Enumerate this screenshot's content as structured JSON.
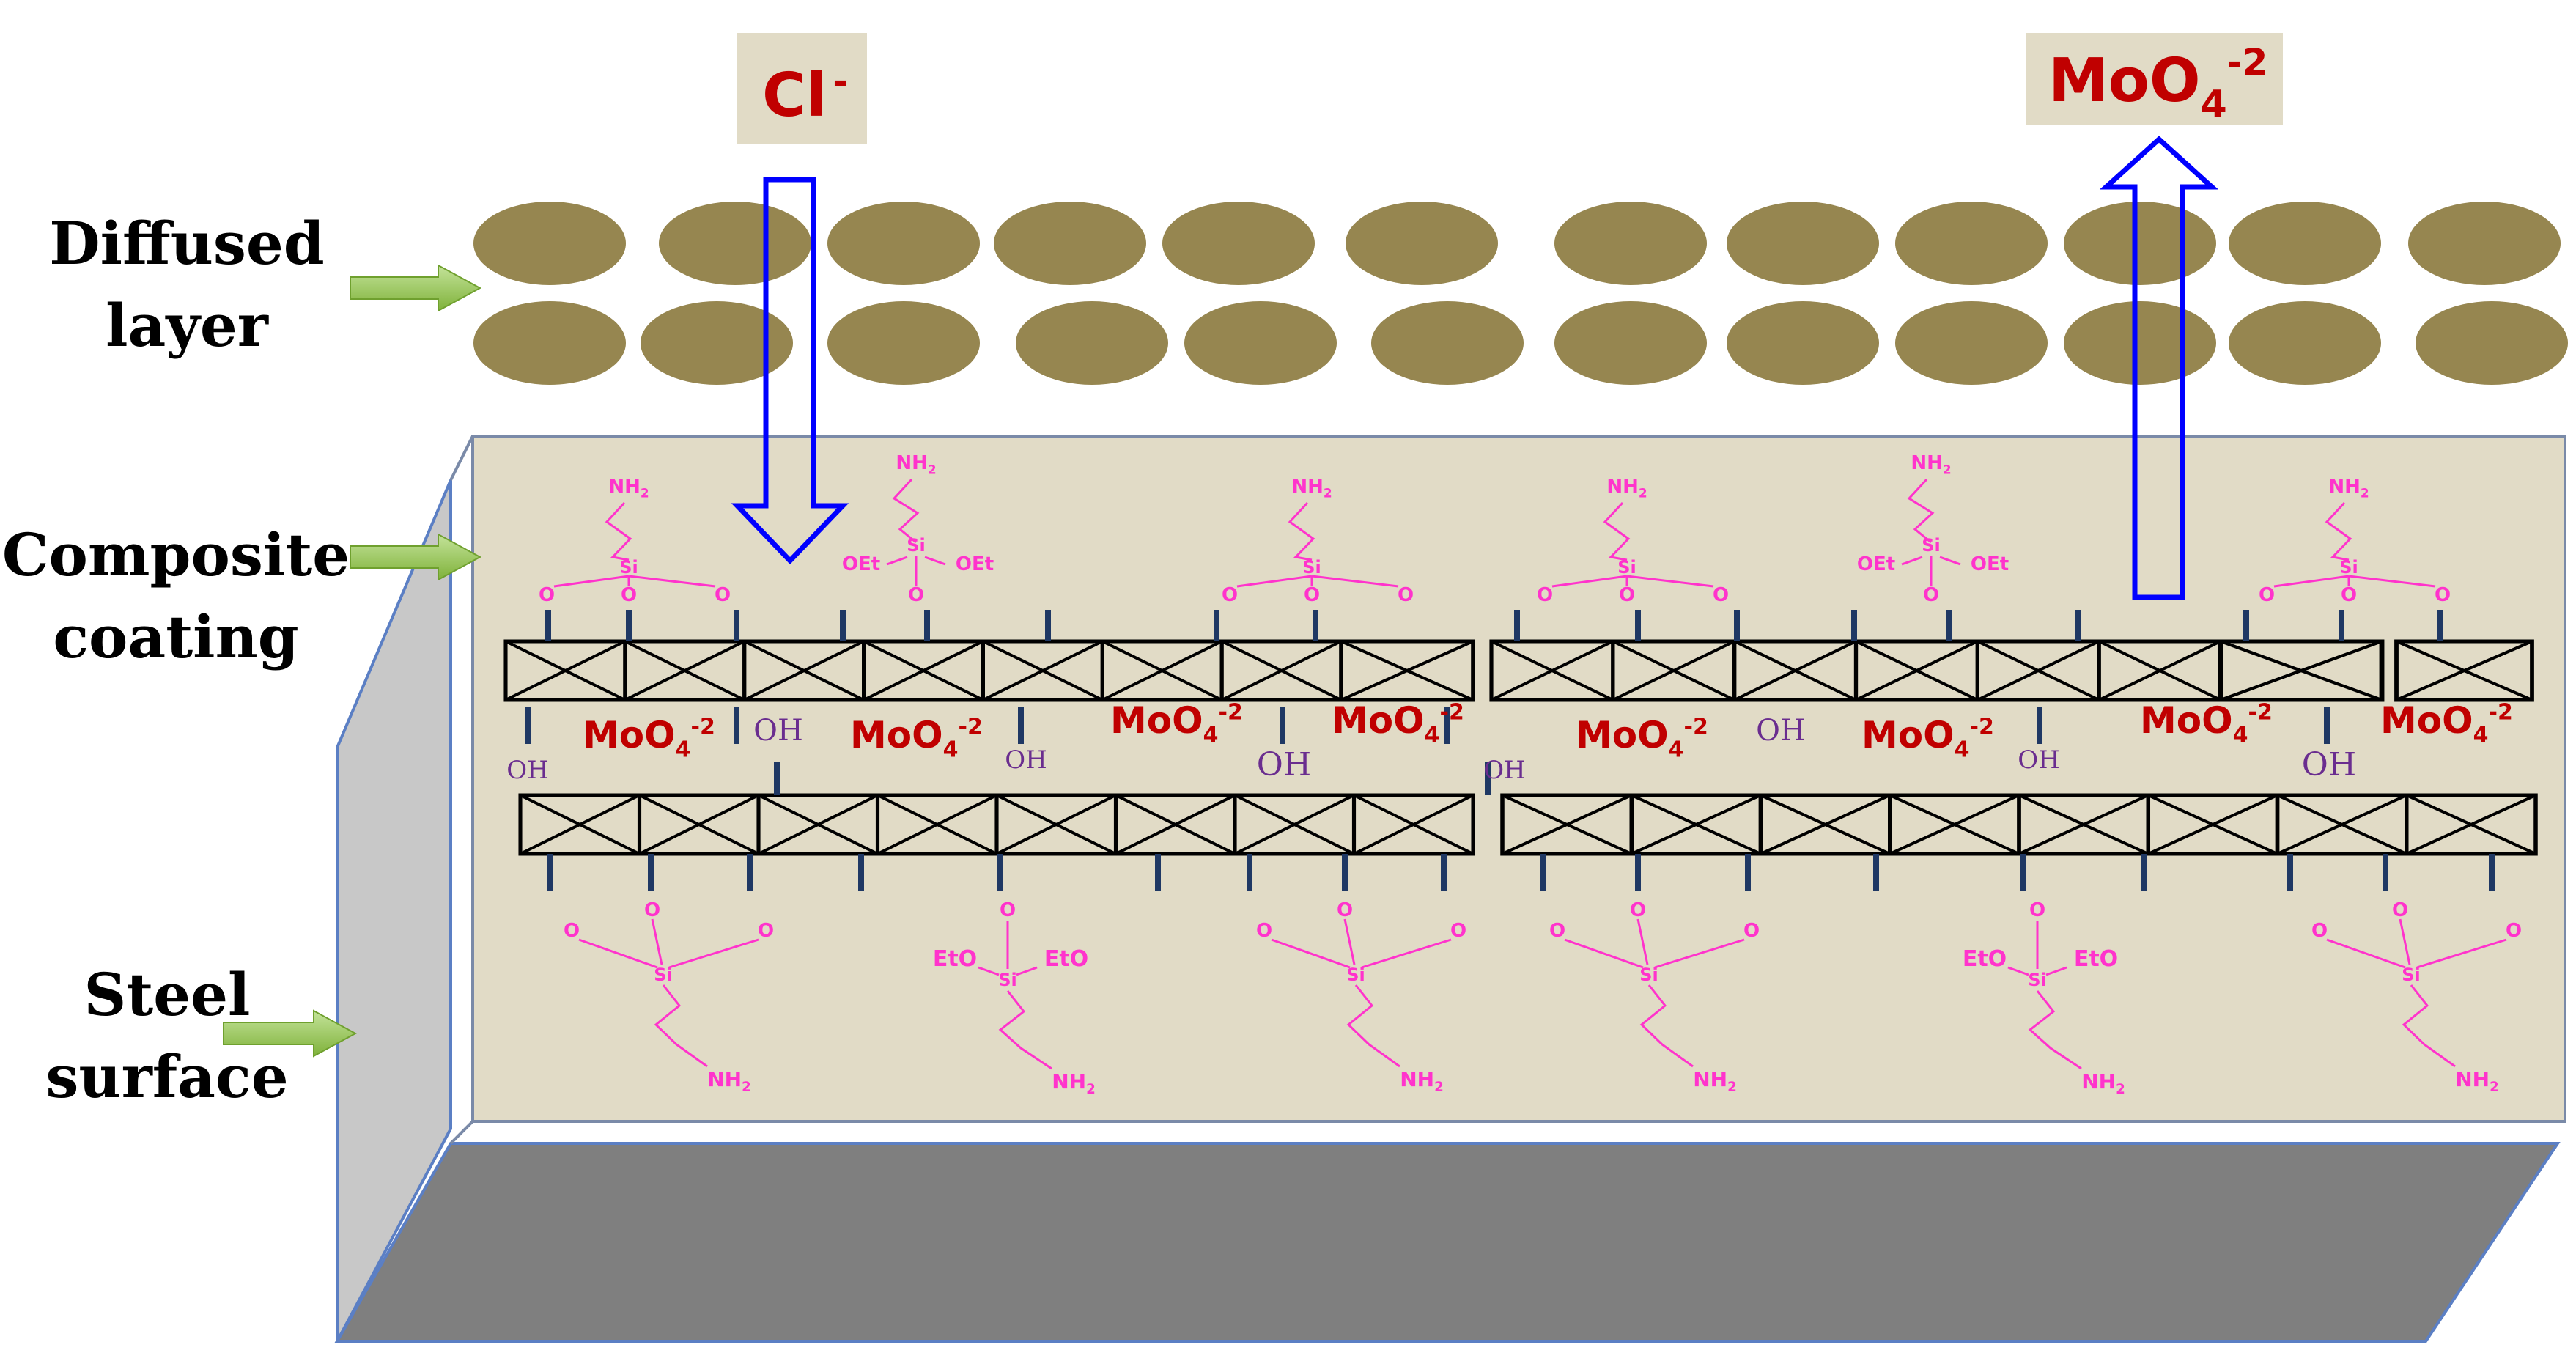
{
  "labels": {
    "diffused_layer": [
      "Diffused",
      "layer"
    ],
    "composite_coating": [
      "Composite",
      "coating"
    ],
    "steel_surface": [
      "Steel",
      "surface"
    ]
  },
  "chloride_ion": {
    "base": "Cl",
    "superscript": "-"
  },
  "molybdate_release": {
    "base": "MoO",
    "subscript": "4",
    "superscript": "-2"
  },
  "intercalated_anion": {
    "base": "MoO",
    "subscript": "4",
    "superscript": "-2"
  },
  "hydroxyl_label": "OH",
  "silane": {
    "amine": "NH",
    "amine_sub": "2",
    "silicon": "Si",
    "oxygen": "O",
    "ethoxy_left": "OEt",
    "ethoxy_right": "OEt",
    "ethoxy_left_bottom": "EtO",
    "ethoxy_right_bottom": "EtO"
  },
  "colors": {
    "particle": "#968650",
    "coating": "#e1dbc6",
    "steel_top": "#7f7f7f",
    "steel_side": "#c8c8c8",
    "arrow_outline": "#0000ff",
    "hint_arrow": "#92d050",
    "silane": "#ff33cc",
    "anion": "#c00000",
    "hydroxyl": "#6a2d8f",
    "bond": "#1f3864"
  },
  "icons": [
    "chloride-inward-arrow",
    "molybdate-release-arrow",
    "layer-pointer-arrow"
  ]
}
